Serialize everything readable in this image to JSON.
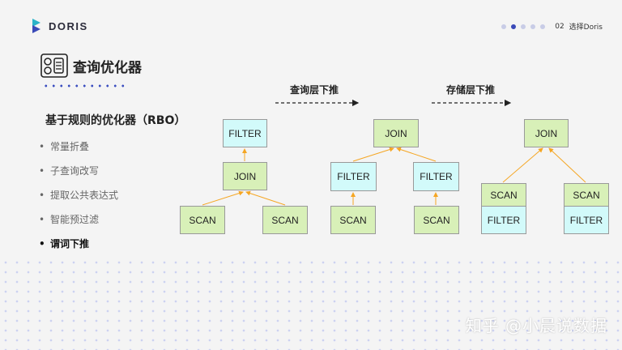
{
  "header": {
    "logo_text": "DORIS",
    "page_number": "02",
    "page_label": "选择Doris",
    "nav_dots": 5,
    "nav_active_index": 1
  },
  "title": "查询优化器",
  "subtitle": "基于规则的优化器（RBO）",
  "bullets": [
    {
      "text": "常量折叠",
      "active": false
    },
    {
      "text": "子查询改写",
      "active": false
    },
    {
      "text": "提取公共表达式",
      "active": false
    },
    {
      "text": "智能预过滤",
      "active": false
    },
    {
      "text": "谓词下推",
      "active": true
    }
  ],
  "steps": {
    "step1_label": "查询层下推",
    "step2_label": "存储层下推"
  },
  "diagram1": {
    "top": "FILTER",
    "middle": "JOIN",
    "left_leaf": "SCAN",
    "right_leaf": "SCAN"
  },
  "diagram2": {
    "top": "JOIN",
    "left_filter": "FILTER",
    "right_filter": "FILTER",
    "left_leaf": "SCAN",
    "right_leaf": "SCAN"
  },
  "diagram3": {
    "top": "JOIN",
    "left_scan": "SCAN",
    "left_filter": "FILTER",
    "right_scan": "SCAN",
    "right_filter": "FILTER"
  },
  "watermark": "知乎 @小晨说数据",
  "colors": {
    "accent": "#3a4ab8",
    "node_green": "#d8f0b8",
    "node_cyan": "#d2fafa",
    "edge": "#f5a623"
  }
}
